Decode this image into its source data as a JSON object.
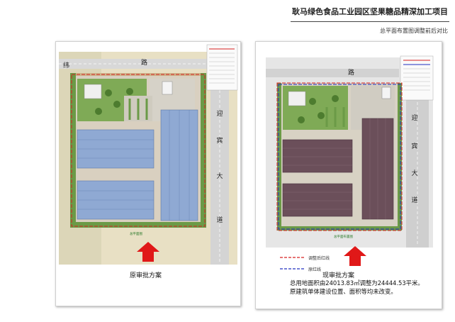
{
  "header": {
    "title": "耿马绿色食品工业园区坚果糖品精深加工项目",
    "subtitle": "总平面布置图调整前后对比"
  },
  "left_panel": {
    "road_top_chars": [
      "纬",
      "路"
    ],
    "road_side_chars": [
      "迎",
      "宾",
      "大",
      "道"
    ],
    "plan_title": "总平面图",
    "caption": "原审批方案"
  },
  "right_panel": {
    "road_top_char": "路",
    "road_side_chars": [
      "迎",
      "宾",
      "大",
      "道"
    ],
    "plan_title": "总平面布置图",
    "legend": [
      {
        "label": "调整后红线",
        "color": "#d82020"
      },
      {
        "label": "原红线",
        "color": "#2030c0"
      }
    ],
    "caption": "现审批方案",
    "notes": [
      "总用地面积由24013.83㎡调整为24444.53平米。",
      "原建筑单体建设位置、面积等均未改变。"
    ]
  },
  "colors": {
    "roof_blue": "#8fa9d3",
    "roof_dark": "#6b4f5a",
    "green": "#6b9a47",
    "arrow_red": "#e01818"
  }
}
